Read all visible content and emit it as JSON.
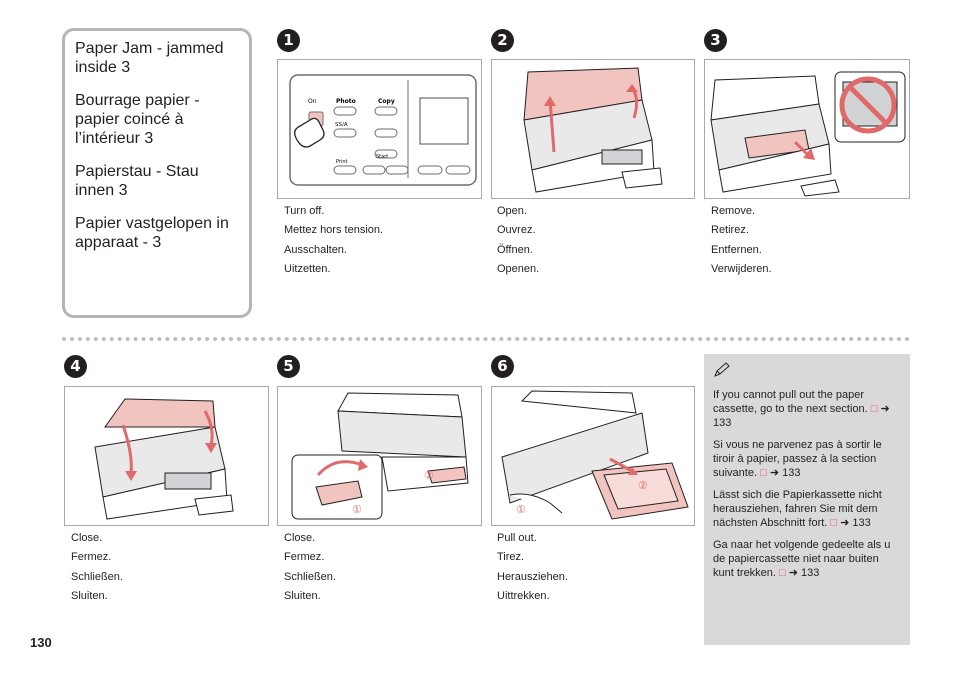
{
  "title": {
    "en": "Paper Jam - jammed inside 3",
    "fr": "Bourrage papier - papier coincé à l’intérieur 3",
    "de": "Papierstau - Stau innen 3",
    "nl": "Papier vastgelopen in apparaat - 3"
  },
  "steps": [
    {
      "number": "1",
      "captions": [
        "Turn off.",
        "Mettez hors tension.",
        "Ausschalten.",
        "Uitzetten."
      ],
      "panel_labels": {
        "on": "On",
        "photo": "Photo",
        "copy": "Copy",
        "print": "Print",
        "start": "Start",
        "ratio": "SS/A"
      }
    },
    {
      "number": "2",
      "captions": [
        "Open.",
        "Ouvrez.",
        "Öffnen.",
        "Openen."
      ]
    },
    {
      "number": "3",
      "captions": [
        "Remove.",
        "Retirez.",
        "Entfernen.",
        "Verwijderen."
      ]
    },
    {
      "number": "4",
      "captions": [
        "Close.",
        "Fermez.",
        "Schließen.",
        "Sluiten."
      ]
    },
    {
      "number": "5",
      "captions": [
        "Close.",
        "Fermez.",
        "Schließen.",
        "Sluiten."
      ],
      "callouts": [
        "①",
        "②"
      ]
    },
    {
      "number": "6",
      "captions": [
        "Pull out.",
        "Tirez.",
        "Herausziehen.",
        "Uittrekken."
      ],
      "callouts": [
        "①",
        "②"
      ]
    }
  ],
  "note": {
    "icon": "pencil-note-icon",
    "items": [
      {
        "text": "If you cannot pull out the paper cassette, go to the next section.",
        "ref": "133"
      },
      {
        "text": "Si vous ne parvenez pas à sortir le tiroir à papier, passez à la section suivante.",
        "ref": "133"
      },
      {
        "text": "Lässt sich die Papierkassette nicht herausziehen, fahren Sie mit dem nächsten Abschnitt fort.",
        "ref": "133"
      },
      {
        "text": "Ga naar het volgende gedeelte als u de papiercassette niet naar buiten kunt trekken.",
        "ref": "133"
      }
    ],
    "ref_icons": "□ ➜"
  },
  "page_number": "130",
  "colors": {
    "pink": "#f2c4c0",
    "pink_dark": "#e06a6a",
    "gray_border": "#a7a9ac",
    "note_bg": "#d9d9da",
    "ref": "#e8515c"
  }
}
